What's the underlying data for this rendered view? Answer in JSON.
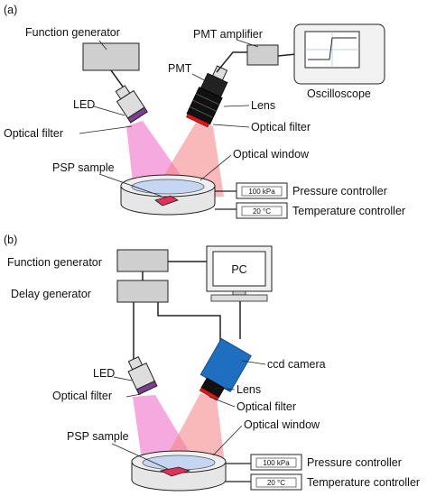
{
  "panel_a": {
    "tag": "(a)",
    "function_generator": "Function generator",
    "pmt_amplifier": "PMT amplifier",
    "oscilloscope": "Oscilloscope",
    "pmt": "PMT",
    "led": "LED",
    "lens": "Lens",
    "optical_filter_left": "Optical filter",
    "optical_filter_right": "Optical filter",
    "optical_window": "Optical window",
    "psp_sample": "PSP sample",
    "pressure_value": "100 kPa",
    "pressure_controller": "Pressure controller",
    "temperature_value": "20 °C",
    "temperature_controller": "Temperature controller"
  },
  "panel_b": {
    "tag": "(b)",
    "function_generator": "Function generator",
    "delay_generator": "Delay generator",
    "pc": "PC",
    "ccd_camera": "ccd camera",
    "led": "LED",
    "lens": "Lens",
    "optical_filter_left": "Optical filter",
    "optical_filter_right": "Optical filter",
    "optical_window": "Optical window",
    "psp_sample": "PSP sample",
    "pressure_value": "100 kPa",
    "pressure_controller": "Pressure controller",
    "temperature_value": "20 °C",
    "temperature_controller": "Temperature controller"
  },
  "colors": {
    "led_light": "#ee6fc9",
    "emission_light": "#f5888a",
    "filter": "#7a3f8e",
    "camera": "#1f6fc1",
    "box_fill": "#cfcfcf",
    "sample": "#e0305a"
  }
}
